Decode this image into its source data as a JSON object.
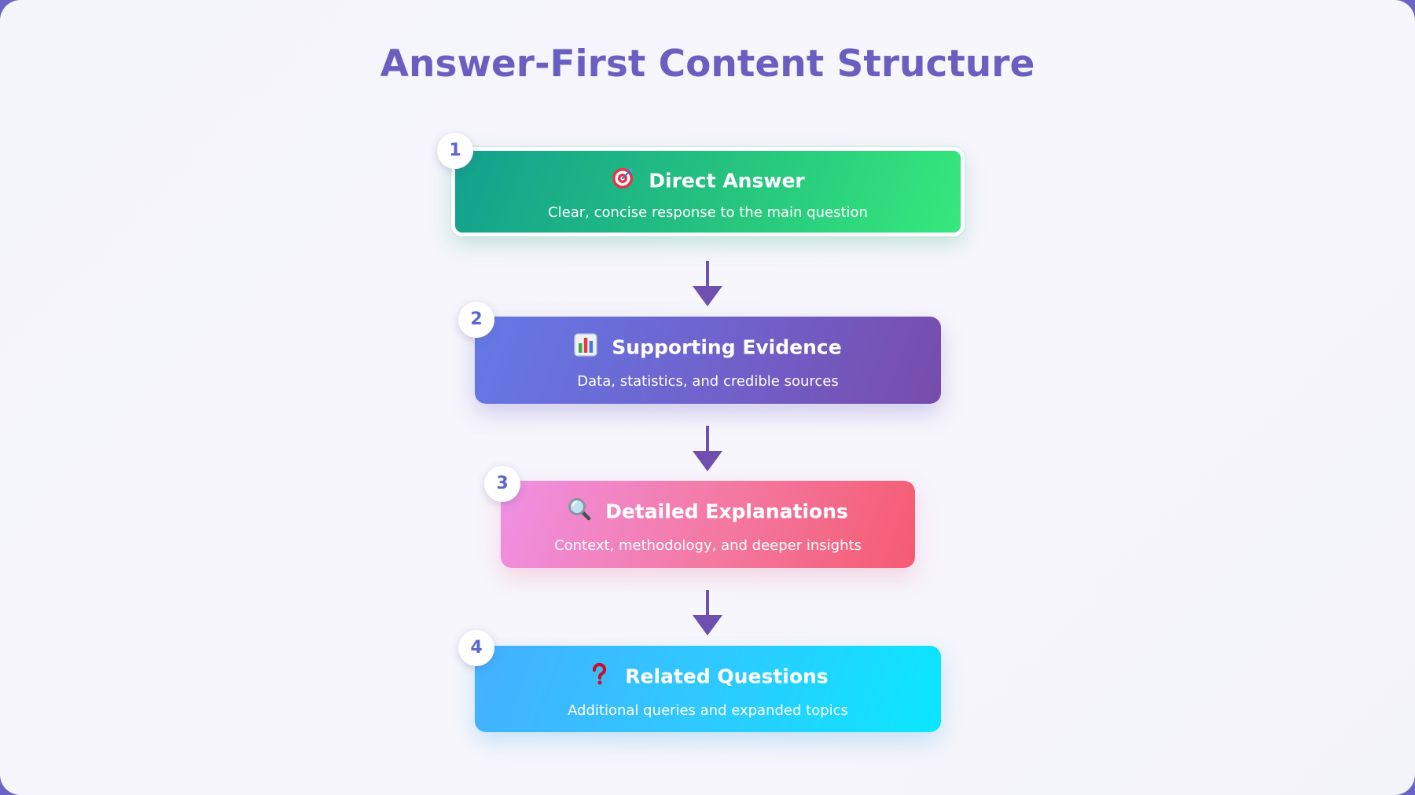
{
  "title": "Answer-First Content Structure",
  "steps": [
    {
      "number": "1",
      "heading": "Direct Answer",
      "description": "Clear, concise response to the main question",
      "icon": "target-icon"
    },
    {
      "number": "2",
      "heading": "Supporting Evidence",
      "description": "Data, statistics, and credible sources",
      "icon": "bar-chart-icon"
    },
    {
      "number": "3",
      "heading": "Detailed Explanations",
      "description": "Context, methodology, and deeper insights",
      "icon": "magnifying-glass-icon"
    },
    {
      "number": "4",
      "heading": "Related Questions",
      "description": "Additional queries and expanded topics",
      "icon": "question-mark-icon"
    }
  ],
  "colors": {
    "title": "#6a5fc0",
    "arrow": "#6f4fb0",
    "badge_text": "#5a67cf",
    "step1": [
      "#13a08e",
      "#36e87c"
    ],
    "step2": [
      "#6479e6",
      "#774cab"
    ],
    "step3": [
      "#ef90e5",
      "#f55a72"
    ],
    "step4": [
      "#45afff",
      "#0ae7ff"
    ]
  }
}
